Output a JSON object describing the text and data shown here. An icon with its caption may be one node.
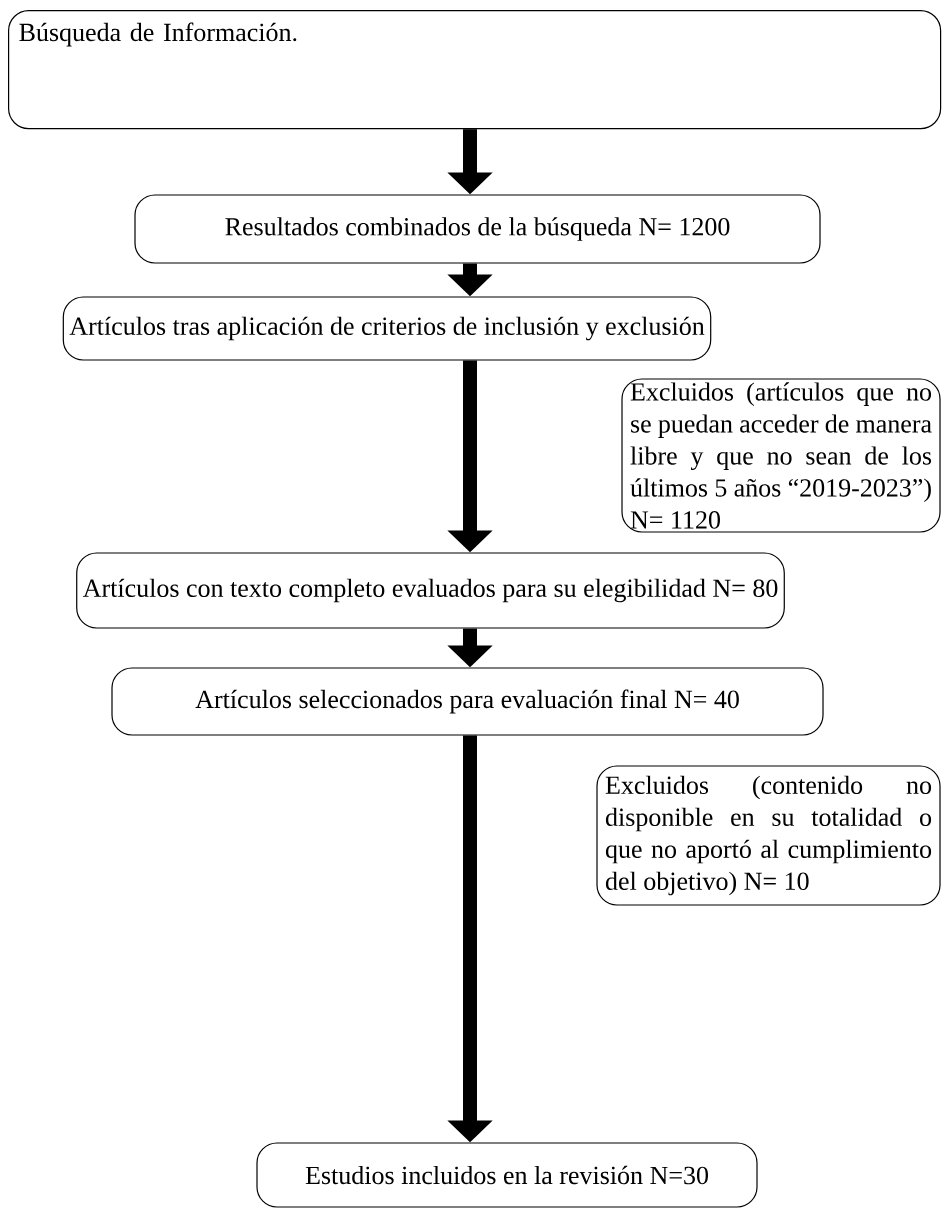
{
  "diagram": {
    "nodes": [
      {
        "text": [
          "Búsqueda de Información."
        ]
      },
      {
        "text": [
          "Resultados combinados de la búsqueda N= 1200"
        ]
      },
      {
        "text": [
          "Artículos tras aplicación de criterios de inclusión y exclusión"
        ]
      },
      {
        "text": [
          "Excluidos (artículos que no se puedan acceder de manera libre y que no sean de los últimos 5 años “2019-2023”) N= 1120"
        ]
      },
      {
        "text": [
          "Artículos con texto completo evaluados para su elegibilidad N= 80"
        ]
      },
      {
        "text": [
          "Artículos seleccionados para evaluación final N= 40"
        ]
      },
      {
        "text": [
          "Excluidos (contenido no disponible en su totalidad o que no aportó al cumplimiento del objetivo) N= 10"
        ]
      },
      {
        "text": [
          "Estudios incluidos en la revisión N=30"
        ]
      }
    ],
    "edges": [
      {
        "from": 0,
        "to": 1,
        "arrow": "to"
      },
      {
        "from": 1,
        "to": 2,
        "arrow": "to"
      },
      {
        "from": 2,
        "to": 4,
        "arrow": "to"
      },
      {
        "from": 4,
        "to": 5,
        "arrow": "to"
      },
      {
        "from": 5,
        "to": 7,
        "arrow": "to"
      }
    ]
  }
}
